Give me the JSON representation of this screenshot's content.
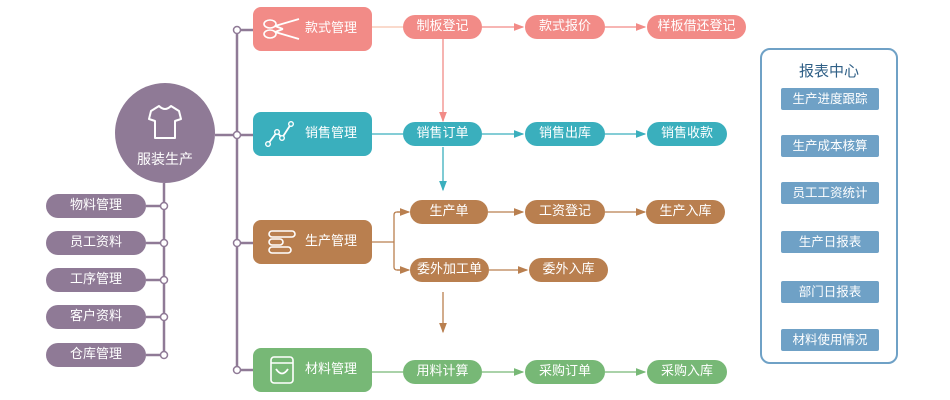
{
  "hub": {
    "label": "服装生产",
    "icon": "tshirt-icon",
    "color": "#8f7a96"
  },
  "side_modules": [
    {
      "label": "物料管理"
    },
    {
      "label": "员工资料"
    },
    {
      "label": "工序管理"
    },
    {
      "label": "客户资料"
    },
    {
      "label": "仓库管理"
    }
  ],
  "modules": [
    {
      "label": "款式管理",
      "icon": "scissors-icon",
      "color": "#f28b87",
      "steps": [
        "制板登记",
        "款式报价",
        "样板借还登记"
      ]
    },
    {
      "label": "销售管理",
      "icon": "line-chart-icon",
      "color": "#3aafbd",
      "steps": [
        "销售订单",
        "销售出库",
        "销售收款"
      ]
    },
    {
      "label": "生产管理",
      "icon": "list-icon",
      "color": "#b97f4f",
      "steps": [
        "生产单",
        "工资登记",
        "生产入库"
      ],
      "branch_steps": [
        "委外加工单",
        "委外入库"
      ]
    },
    {
      "label": "材料管理",
      "icon": "bag-icon",
      "color": "#77b876",
      "steps": [
        "用料计算",
        "采购订单",
        "采购入库"
      ]
    }
  ],
  "report_center": {
    "title": "报表中心",
    "color": "#6fa1c6",
    "items": [
      "生产进度跟踪",
      "生产成本核算",
      "员工工资统计",
      "生产日报表",
      "部门日报表",
      "材料使用情况"
    ]
  }
}
